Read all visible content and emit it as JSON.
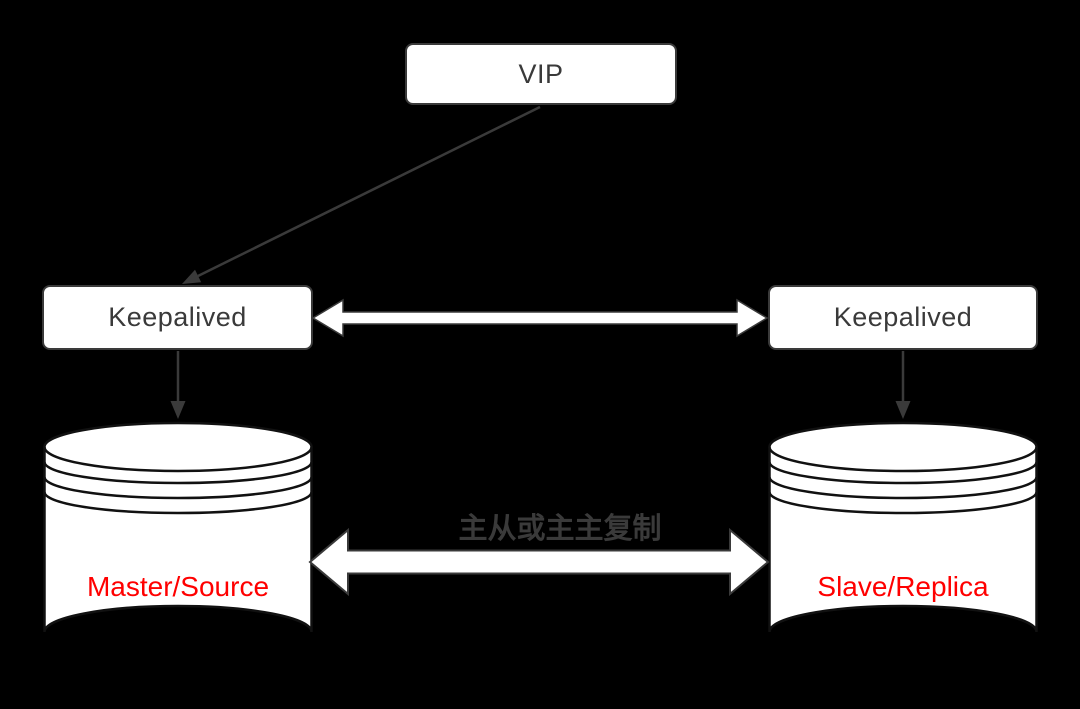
{
  "diagram": {
    "description": "MySQL high availability architecture with VIP, Keepalived pair and master/slave replication",
    "nodes": {
      "vip": "VIP",
      "keepalived_left": "Keepalived",
      "keepalived_right": "Keepalived",
      "db_left": "Master/Source",
      "db_right": "Slave/Replica"
    },
    "labels": {
      "replication": "主从或主主复制"
    },
    "colors": {
      "background": "#000000",
      "node_fill": "#ffffff",
      "node_border": "#3a3a3a",
      "node_text": "#3a3a3a",
      "connector": "#3a3a3a",
      "cylinder_stroke": "#111111",
      "cylinder_fill": "#ffffff",
      "block_arrow_fill": "#ffffff",
      "db_label_text": "#ff0000",
      "replication_label_text": "#3a3a3a"
    }
  }
}
